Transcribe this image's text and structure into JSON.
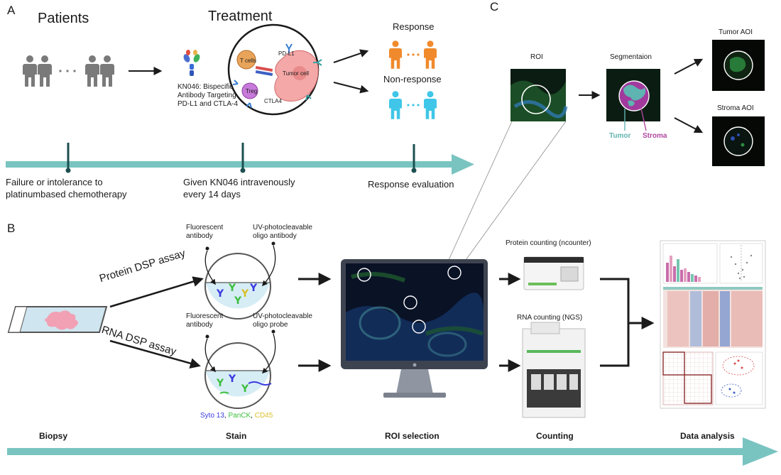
{
  "panels": {
    "a": "A",
    "b": "B",
    "c": "C"
  },
  "panel_a": {
    "patients_label": "Patients",
    "treatment_label": "Treatment",
    "drug_caption": [
      "KN046:  Bispecific",
      "Antibody Targeting",
      "PD-L1 and CTLA-4"
    ],
    "cell_labels": {
      "tcells": "T cells",
      "tumor": "Tumor cell",
      "treg": "Treg",
      "pdl1": "PD-L1",
      "ctla4": "CTLA4"
    },
    "response_label": "Response",
    "nonresponse_label": "Non-response",
    "timeline": [
      [
        "Failure or intolerance to",
        "platinumbased chemotherapy"
      ],
      [
        "Given KN046 intravenously",
        "every 14 days"
      ],
      [
        "Response evaluation"
      ]
    ]
  },
  "panel_c": {
    "roi": "ROI",
    "segmentation": "Segmentaion",
    "tumor": "Tumor",
    "stroma": "Stroma",
    "tumor_aoi": "Tumor AOI",
    "stroma_aoi": "Stroma AOI"
  },
  "panel_b": {
    "protein_assay": "Protein DSP assay",
    "rna_assay": "RNA DSP assay",
    "fluorescent_antibody": [
      "Fluorescent",
      "antibody"
    ],
    "uv_oligo_antibody": [
      "UV-photocleavable",
      "oligo antibody"
    ],
    "uv_oligo_probe": [
      "UV-photocleavable",
      "oligo probe"
    ],
    "stains": {
      "syto": "Syto 13",
      "sep1": ", ",
      "panck": "PanCK",
      "sep2": ", ",
      "cd45": "CD45"
    },
    "protein_counting": "Protein counting (ncounter)",
    "rna_counting": "RNA counting (NGS)",
    "bottom_steps": [
      "Biopsy",
      "Stain",
      "ROI selection",
      "Counting",
      "Data analysis"
    ]
  },
  "colors": {
    "timeline": "#79c4c1",
    "response": "#f08a2c",
    "nonresponse": "#3fc6e8",
    "person": "#7a7a7a",
    "tumor_label": "#5fb3b0",
    "stroma_label": "#b0479f",
    "syto": "#3a3ae0",
    "panck": "#3fbf3f",
    "cd45": "#d8c02a"
  }
}
